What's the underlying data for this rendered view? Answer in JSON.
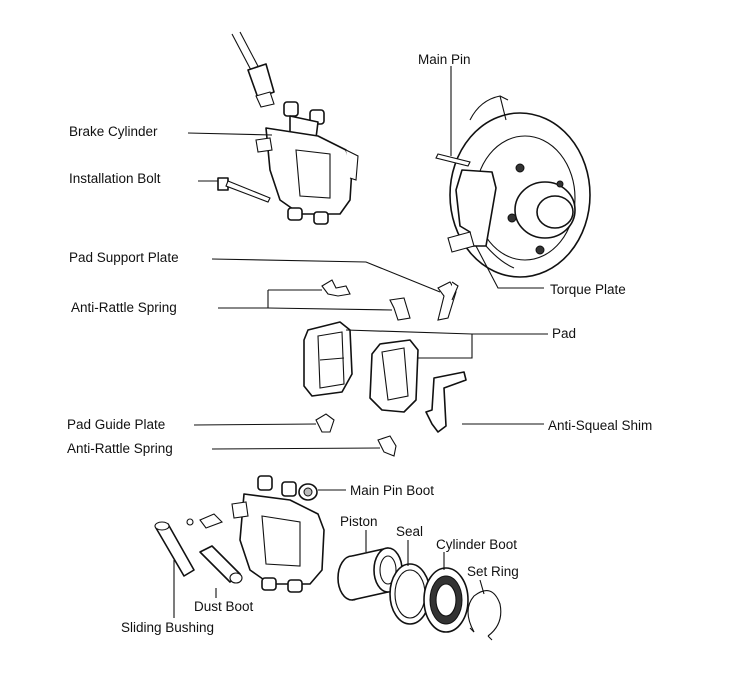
{
  "labels": {
    "main_pin": "Main Pin",
    "brake_cylinder": "Brake Cylinder",
    "installation_bolt": "Installation Bolt",
    "torque_plate": "Torque Plate",
    "pad_support_plate": "Pad Support Plate",
    "anti_rattle_spring_top": "Anti-Rattle Spring",
    "pad": "Pad",
    "pad_guide_plate": "Pad Guide Plate",
    "anti_squeal_shim": "Anti-Squeal Shim",
    "anti_rattle_spring_bottom": "Anti-Rattle Spring",
    "main_pin_boot": "Main Pin Boot",
    "piston": "Piston",
    "seal": "Seal",
    "cylinder_boot": "Cylinder Boot",
    "set_ring": "Set Ring",
    "dust_boot": "Dust Boot",
    "sliding_bushing": "Sliding Bushing"
  }
}
